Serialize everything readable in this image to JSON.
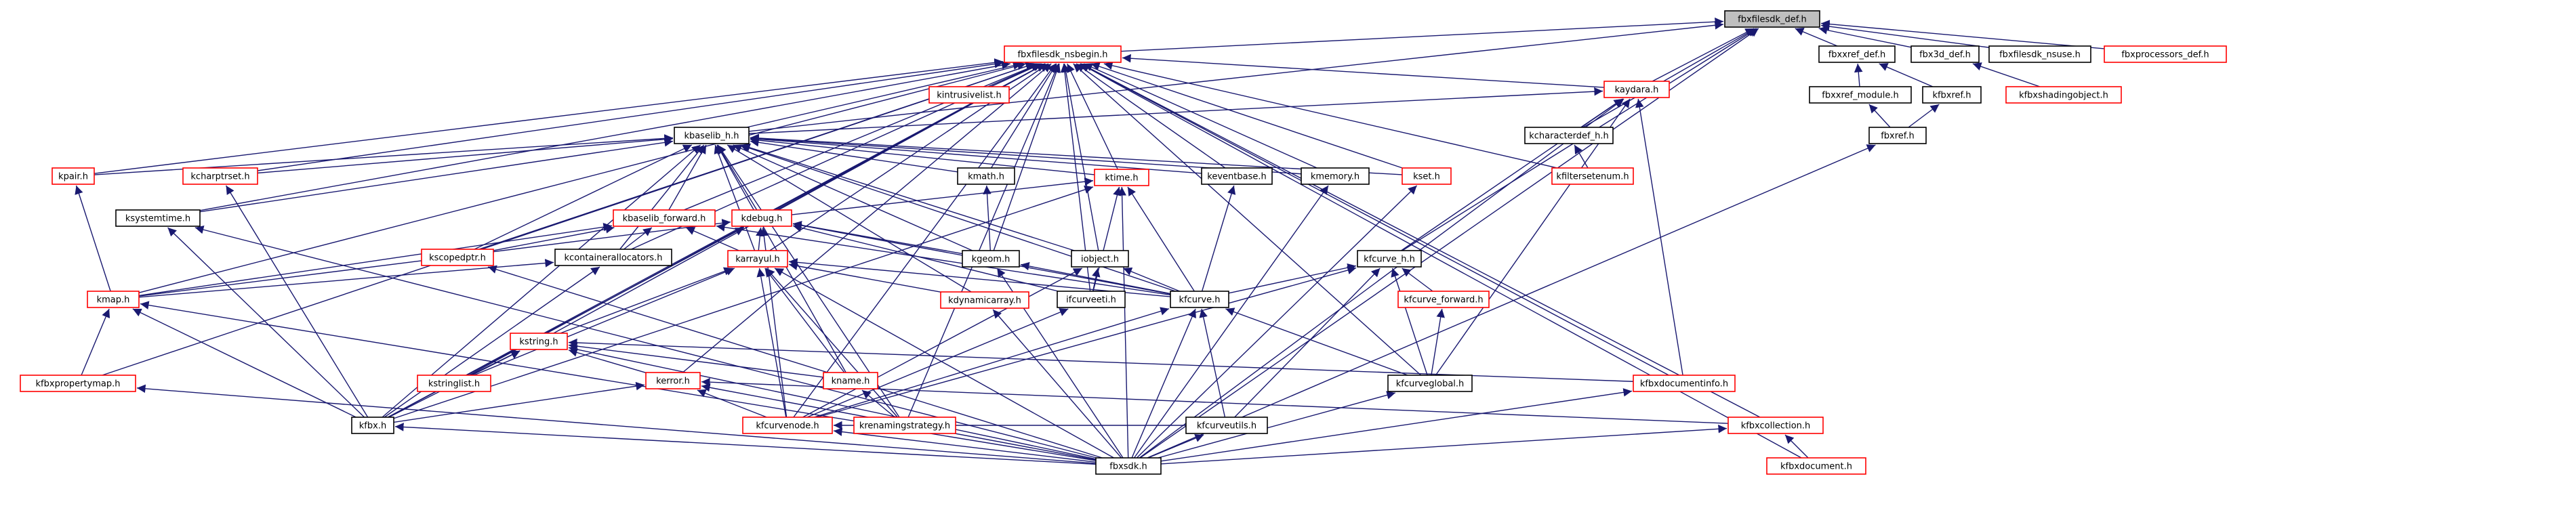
{
  "graph": {
    "type": "include-dependency-graph",
    "colors": {
      "edge": "#191970",
      "complete_border": "#000000",
      "truncated_border": "#ff0000",
      "root_fill": "#bfbfbf"
    },
    "nodes": [
      {
        "id": "fbxfilesdk_def",
        "label": "fbxfilesdk_def.h",
        "style": "root"
      },
      {
        "id": "nsbegin",
        "label": "fbxfilesdk_nsbegin.h",
        "style": "red"
      },
      {
        "id": "fbxxref_def",
        "label": "fbxxref_def.h",
        "style": "black"
      },
      {
        "id": "fbx3d_def",
        "label": "fbx3d_def.h",
        "style": "black"
      },
      {
        "id": "nsuse",
        "label": "fbxfilesdk_nsuse.h",
        "style": "black"
      },
      {
        "id": "processors_def",
        "label": "fbxprocessors_def.h",
        "style": "red"
      },
      {
        "id": "kintrusivelist",
        "label": "kintrusivelist.h",
        "style": "red"
      },
      {
        "id": "kaydara",
        "label": "kaydara.h",
        "style": "red"
      },
      {
        "id": "fbxxref_module",
        "label": "fbxxref_module.h",
        "style": "black"
      },
      {
        "id": "kfbxref",
        "label": "kfbxref.h",
        "style": "black"
      },
      {
        "id": "shadingobject",
        "label": "kfbxshadingobject.h",
        "style": "red"
      },
      {
        "id": "kbaselib",
        "label": "kbaselib_h.h",
        "style": "black"
      },
      {
        "id": "kcharacterdef",
        "label": "kcharacterdef_h.h",
        "style": "black"
      },
      {
        "id": "fbxref",
        "label": "fbxref.h",
        "style": "black"
      },
      {
        "id": "kpair",
        "label": "kpair.h",
        "style": "red"
      },
      {
        "id": "kcharptrset",
        "label": "kcharptrset.h",
        "style": "red"
      },
      {
        "id": "kmath",
        "label": "kmath.h",
        "style": "black"
      },
      {
        "id": "keventbase",
        "label": "keventbase.h",
        "style": "black"
      },
      {
        "id": "kmemory",
        "label": "kmemory.h",
        "style": "black"
      },
      {
        "id": "kset",
        "label": "kset.h",
        "style": "red"
      },
      {
        "id": "kfilterset",
        "label": "kfiltersetenum.h",
        "style": "red"
      },
      {
        "id": "ksystemtime",
        "label": "ksystemtime.h",
        "style": "black"
      },
      {
        "id": "ktime",
        "label": "ktime.h",
        "style": "red"
      },
      {
        "id": "kbaselib_fwd",
        "label": "kbaselib_forward.h",
        "style": "red"
      },
      {
        "id": "kdebug",
        "label": "kdebug.h",
        "style": "red"
      },
      {
        "id": "kscopedptr",
        "label": "kscopedptr.h",
        "style": "red"
      },
      {
        "id": "kcontainer",
        "label": "kcontainerallocators.h",
        "style": "black"
      },
      {
        "id": "karrayul",
        "label": "karrayul.h",
        "style": "red"
      },
      {
        "id": "kgeom",
        "label": "kgeom.h",
        "style": "black"
      },
      {
        "id": "iobject",
        "label": "iobject.h",
        "style": "black"
      },
      {
        "id": "kfcurve_h",
        "label": "kfcurve_h.h",
        "style": "black"
      },
      {
        "id": "kfcurve_fwd",
        "label": "kfcurve_forward.h",
        "style": "red"
      },
      {
        "id": "kmap",
        "label": "kmap.h",
        "style": "red"
      },
      {
        "id": "kdynamicarray",
        "label": "kdynamicarray.h",
        "style": "red"
      },
      {
        "id": "ifcurveeti",
        "label": "ifcurveeti.h",
        "style": "black"
      },
      {
        "id": "kfcurve",
        "label": "kfcurve.h",
        "style": "black"
      },
      {
        "id": "kstring",
        "label": "kstring.h",
        "style": "red"
      },
      {
        "id": "kstringlist",
        "label": "kstringlist.h",
        "style": "red"
      },
      {
        "id": "kerror",
        "label": "kerror.h",
        "style": "red"
      },
      {
        "id": "kname",
        "label": "kname.h",
        "style": "red"
      },
      {
        "id": "kfcurveglobal",
        "label": "kfcurveglobal.h",
        "style": "black"
      },
      {
        "id": "documentinfo",
        "label": "kfbxdocumentinfo.h",
        "style": "red"
      },
      {
        "id": "propertymap",
        "label": "kfbxpropertymap.h",
        "style": "red"
      },
      {
        "id": "kfbx",
        "label": "kfbx.h",
        "style": "black"
      },
      {
        "id": "kfcurvenode",
        "label": "kfcurvenode.h",
        "style": "red"
      },
      {
        "id": "renaming",
        "label": "krenamingstrategy.h",
        "style": "red"
      },
      {
        "id": "kfcurveutils",
        "label": "kfcurveutils.h",
        "style": "black"
      },
      {
        "id": "collection",
        "label": "kfbxcollection.h",
        "style": "red"
      },
      {
        "id": "fbxsdk",
        "label": "fbxsdk.h",
        "style": "black"
      },
      {
        "id": "document",
        "label": "kfbxdocument.h",
        "style": "red"
      }
    ],
    "edges": [
      [
        "nsbegin",
        "fbxfilesdk_def"
      ],
      [
        "fbxxref_def",
        "fbxfilesdk_def"
      ],
      [
        "fbx3d_def",
        "fbxfilesdk_def"
      ],
      [
        "nsuse",
        "fbxfilesdk_def"
      ],
      [
        "processors_def",
        "fbxfilesdk_def"
      ],
      [
        "kbaselib",
        "fbxfilesdk_def"
      ],
      [
        "kaydara",
        "fbxfilesdk_def"
      ],
      [
        "kcharacterdef",
        "fbxfilesdk_def"
      ],
      [
        "kfcurve_h",
        "fbxfilesdk_def"
      ],
      [
        "fbxsdk",
        "fbxfilesdk_def"
      ],
      [
        "kintrusivelist",
        "nsbegin"
      ],
      [
        "kaydara",
        "nsbegin"
      ],
      [
        "kbaselib",
        "nsbegin"
      ],
      [
        "kpair",
        "nsbegin"
      ],
      [
        "kcharptrset",
        "nsbegin"
      ],
      [
        "kmath",
        "nsbegin"
      ],
      [
        "keventbase",
        "nsbegin"
      ],
      [
        "kmemory",
        "nsbegin"
      ],
      [
        "kset",
        "nsbegin"
      ],
      [
        "kfilterset",
        "nsbegin"
      ],
      [
        "ksystemtime",
        "nsbegin"
      ],
      [
        "ktime",
        "nsbegin"
      ],
      [
        "kbaselib_fwd",
        "nsbegin"
      ],
      [
        "kdebug",
        "nsbegin"
      ],
      [
        "kscopedptr",
        "nsbegin"
      ],
      [
        "kcontainer",
        "nsbegin"
      ],
      [
        "karrayul",
        "nsbegin"
      ],
      [
        "kgeom",
        "nsbegin"
      ],
      [
        "iobject",
        "nsbegin"
      ],
      [
        "kmap",
        "nsbegin"
      ],
      [
        "kstring",
        "nsbegin"
      ],
      [
        "kstringlist",
        "nsbegin"
      ],
      [
        "kerror",
        "nsbegin"
      ],
      [
        "kfcurveglobal",
        "nsbegin"
      ],
      [
        "documentinfo",
        "nsbegin"
      ],
      [
        "propertymap",
        "nsbegin"
      ],
      [
        "kfbx",
        "nsbegin"
      ],
      [
        "kfcurvenode",
        "nsbegin"
      ],
      [
        "renaming",
        "nsbegin"
      ],
      [
        "collection",
        "nsbegin"
      ],
      [
        "document",
        "nsbegin"
      ],
      [
        "ifcurveeti",
        "nsbegin"
      ],
      [
        "fbxxref_module",
        "fbxxref_def"
      ],
      [
        "kfbxref",
        "fbxxref_def"
      ],
      [
        "shadingobject",
        "fbx3d_def"
      ],
      [
        "fbxref",
        "fbxxref_module"
      ],
      [
        "fbxref",
        "kfbxref"
      ],
      [
        "fbxsdk",
        "fbxref"
      ],
      [
        "kbaselib",
        "kaydara"
      ],
      [
        "kcharacterdef",
        "kaydara"
      ],
      [
        "kfilterset",
        "kcharacterdef"
      ],
      [
        "kfcurve_h",
        "kaydara"
      ],
      [
        "kfcurveglobal",
        "kaydara"
      ],
      [
        "documentinfo",
        "kaydara"
      ],
      [
        "fbxsdk",
        "kaydara"
      ],
      [
        "kpair",
        "kbaselib"
      ],
      [
        "kcharptrset",
        "kbaselib"
      ],
      [
        "kmath",
        "kbaselib"
      ],
      [
        "keventbase",
        "kbaselib"
      ],
      [
        "kmemory",
        "kbaselib"
      ],
      [
        "kset",
        "kbaselib"
      ],
      [
        "ksystemtime",
        "kbaselib"
      ],
      [
        "ktime",
        "kbaselib"
      ],
      [
        "kbaselib_fwd",
        "kbaselib"
      ],
      [
        "kdebug",
        "kbaselib"
      ],
      [
        "kscopedptr",
        "kbaselib"
      ],
      [
        "kcontainer",
        "kbaselib"
      ],
      [
        "karrayul",
        "kbaselib"
      ],
      [
        "kgeom",
        "kbaselib"
      ],
      [
        "iobject",
        "kbaselib"
      ],
      [
        "kfcurve",
        "kbaselib"
      ],
      [
        "kname",
        "kbaselib"
      ],
      [
        "kfbx",
        "kbaselib"
      ],
      [
        "kdynamicarray",
        "kbaselib"
      ],
      [
        "renaming",
        "kbaselib"
      ],
      [
        "kmap",
        "kpair"
      ],
      [
        "kfbx",
        "kcharptrset"
      ],
      [
        "kgeom",
        "kmath"
      ],
      [
        "kfcurve",
        "keventbase"
      ],
      [
        "fbxsdk",
        "kmemory"
      ],
      [
        "fbxsdk",
        "kset"
      ],
      [
        "fbxsdk",
        "ksystemtime"
      ],
      [
        "kfbx",
        "ksystemtime"
      ],
      [
        "kdebug",
        "ktime"
      ],
      [
        "kfbx",
        "ktime"
      ],
      [
        "kfcurve",
        "ktime"
      ],
      [
        "fbxsdk",
        "ktime"
      ],
      [
        "ifcurveeti",
        "ktime"
      ],
      [
        "kscopedptr",
        "kbaselib_fwd"
      ],
      [
        "kcontainer",
        "kbaselib_fwd"
      ],
      [
        "karrayul",
        "kbaselib_fwd"
      ],
      [
        "kfcurve",
        "kbaselib_fwd"
      ],
      [
        "kmap",
        "kbaselib_fwd"
      ],
      [
        "karrayul",
        "kdebug"
      ],
      [
        "kgeom",
        "kdebug"
      ],
      [
        "kfcurve",
        "kdebug"
      ],
      [
        "kfbx",
        "kdebug"
      ],
      [
        "kmap",
        "kdebug"
      ],
      [
        "kfcurvenode",
        "kdebug"
      ],
      [
        "ifcurveeti",
        "kdebug"
      ],
      [
        "fbxsdk",
        "kscopedptr"
      ],
      [
        "kmap",
        "kcontainer"
      ],
      [
        "kfbx",
        "kcontainer"
      ],
      [
        "kdynamicarray",
        "karrayul"
      ],
      [
        "kstring",
        "karrayul"
      ],
      [
        "kstringlist",
        "karrayul"
      ],
      [
        "kname",
        "karrayul"
      ],
      [
        "renaming",
        "karrayul"
      ],
      [
        "fbxsdk",
        "karrayul"
      ],
      [
        "kfcurvenode",
        "karrayul"
      ],
      [
        "kfcurve",
        "karrayul"
      ],
      [
        "fbxsdk",
        "kgeom"
      ],
      [
        "kfcurve",
        "kgeom"
      ],
      [
        "ifcurveeti",
        "iobject"
      ],
      [
        "kfcurve",
        "iobject"
      ],
      [
        "kfcurvenode",
        "iobject"
      ],
      [
        "kfcurve_fwd",
        "kfcurve_h"
      ],
      [
        "kfcurve",
        "kfcurve_h"
      ],
      [
        "kfcurveglobal",
        "kfcurve_h"
      ],
      [
        "kfcurveutils",
        "kfcurve_h"
      ],
      [
        "kfcurvenode",
        "kfcurve_h"
      ],
      [
        "kfcurveglobal",
        "kfcurve_fwd"
      ],
      [
        "propertymap",
        "kmap"
      ],
      [
        "kfbx",
        "kmap"
      ],
      [
        "fbxsdk",
        "kmap"
      ],
      [
        "fbxsdk",
        "kdynamicarray"
      ],
      [
        "kfcurvenode",
        "ifcurveeti"
      ],
      [
        "kfcurvenode",
        "kfcurve"
      ],
      [
        "kfcurveglobal",
        "kfcurve"
      ],
      [
        "kfcurveutils",
        "kfcurve"
      ],
      [
        "fbxsdk",
        "kfcurve"
      ],
      [
        "kstringlist",
        "kstring"
      ],
      [
        "kerror",
        "kstring"
      ],
      [
        "kname",
        "kstring"
      ],
      [
        "kfbx",
        "kstring"
      ],
      [
        "documentinfo",
        "kstring"
      ],
      [
        "fbxsdk",
        "kstring"
      ],
      [
        "kfbx",
        "kerror"
      ],
      [
        "kfcurvenode",
        "kerror"
      ],
      [
        "fbxsdk",
        "kerror"
      ],
      [
        "collection",
        "kerror"
      ],
      [
        "renaming",
        "kname"
      ],
      [
        "fbxsdk",
        "kfcurveglobal"
      ],
      [
        "fbxsdk",
        "documentinfo"
      ],
      [
        "fbxsdk",
        "propertymap"
      ],
      [
        "fbxsdk",
        "kfbx"
      ],
      [
        "fbxsdk",
        "kfcurvenode"
      ],
      [
        "fbxsdk",
        "kfcurveutils"
      ],
      [
        "document",
        "collection"
      ],
      [
        "fbxsdk",
        "collection"
      ],
      [
        "kfcurveutils",
        "kfcurvenode"
      ]
    ]
  }
}
